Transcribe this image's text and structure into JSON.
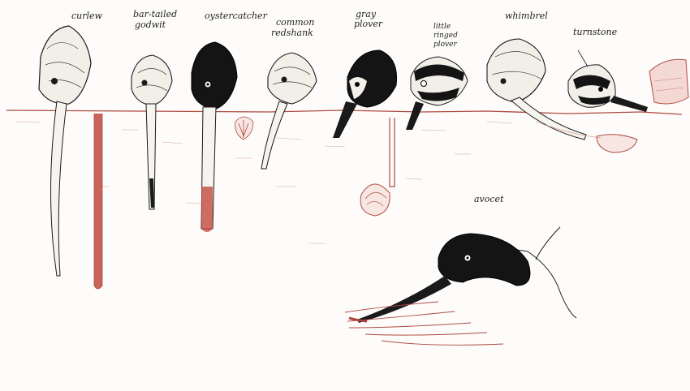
{
  "colors": {
    "ink": "#1a1a1a",
    "mud": "#a8403a",
    "mud_light": "#c97a72",
    "paper": "#fdfcfa"
  },
  "labels": {
    "curlew": "curlew",
    "bar_tailed_godwit_1": "bar-tailed",
    "bar_tailed_godwit_2": "godwit",
    "oystercatcher": "oystercatcher",
    "common_redshank_1": "common",
    "common_redshank_2": "redshank",
    "gray_plover_1": "gray",
    "gray_plover_2": "plover",
    "little_ringed_plover_1": "little",
    "little_ringed_plover_2": "ringed",
    "little_ringed_plover_3": "plover",
    "whimbrel": "whimbrel",
    "turnstone": "turnstone",
    "avocet": "avocet"
  }
}
